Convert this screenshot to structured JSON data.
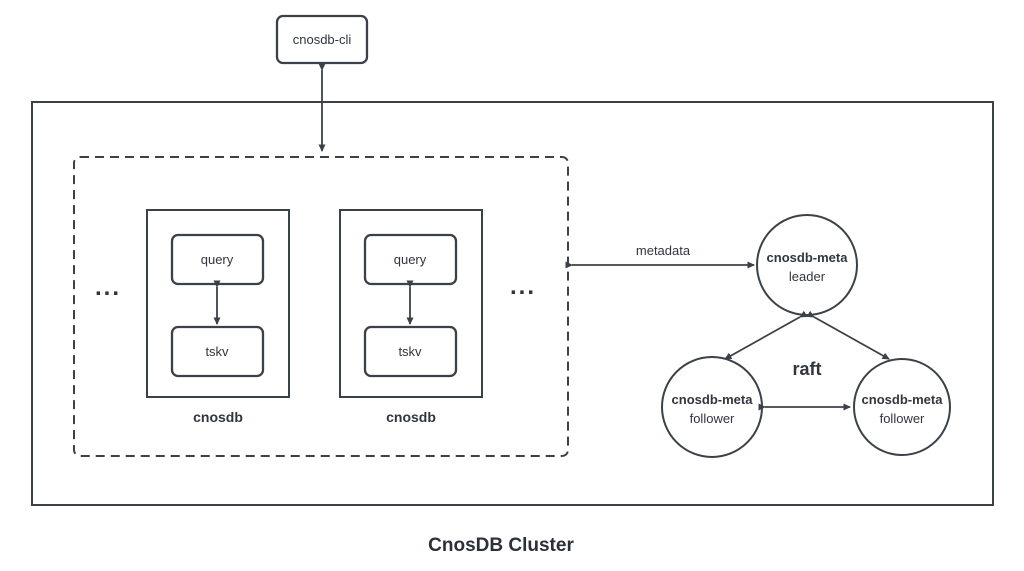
{
  "diagram": {
    "title": "CnosDB Cluster",
    "cli": {
      "label": "cnosdb-cli"
    },
    "cluster_box": {
      "left_ellipsis": "...",
      "right_ellipsis": "...",
      "nodes": [
        {
          "caption": "cnosdb",
          "query_label": "query",
          "storage_label": "tskv"
        },
        {
          "caption": "cnosdb",
          "query_label": "query",
          "storage_label": "tskv"
        }
      ]
    },
    "metadata_label": "metadata",
    "raft_label": "raft",
    "meta_nodes": {
      "leader": {
        "name": "cnosdb-meta",
        "role": "leader"
      },
      "follower_left": {
        "name": "cnosdb-meta",
        "role": "follower"
      },
      "follower_right": {
        "name": "cnosdb-meta",
        "role": "follower"
      }
    },
    "colors": {
      "stroke": "#3b4148",
      "text": "#30363d",
      "background": "#ffffff"
    }
  }
}
